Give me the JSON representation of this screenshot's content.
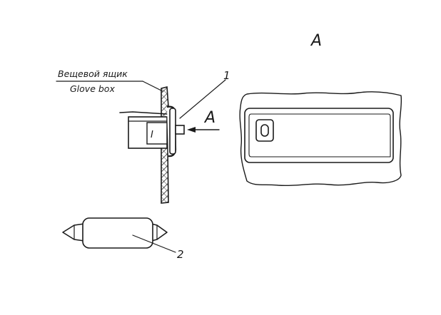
{
  "labels": {
    "view_letter": "A",
    "arrow_letter": "A",
    "callout_1": "1",
    "callout_2": "2",
    "location_ru": "Вещевой ящик",
    "location_en": "Glove box",
    "switch_mark": "I"
  },
  "colors": {
    "ink": "#1a1a1a",
    "background": "#ffffff"
  }
}
